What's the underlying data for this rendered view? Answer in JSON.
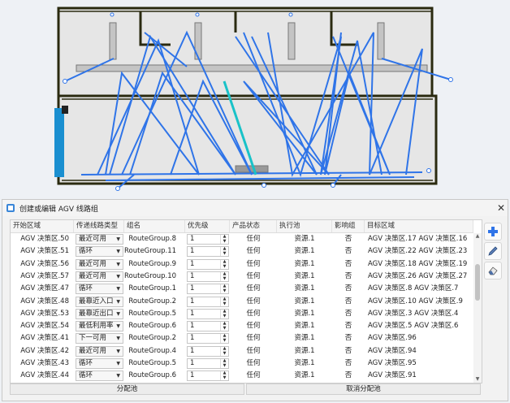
{
  "dialog": {
    "title": "创建或编辑 AGV 线路组",
    "assign_label": "分配池",
    "unassign_label": "取消分配池"
  },
  "columns": [
    "开始区域",
    "传递线路类型",
    "组名",
    "优先级",
    "产品状态",
    "执行池",
    "影响组",
    "目标区域"
  ],
  "rows": [
    {
      "start": "AGV 决策区.50",
      "type": "最近可用",
      "group": "RouteGroup.8",
      "priority": "1",
      "status": "任何",
      "pool": "资源.1",
      "influence": "否",
      "target": "AGV 决策区.17 AGV 决策区.16"
    },
    {
      "start": "AGV 决策区.51",
      "type": "循环",
      "group": "RouteGroup.11",
      "priority": "1",
      "status": "任何",
      "pool": "资源.1",
      "influence": "否",
      "target": "AGV 决策区.22 AGV 决策区.23"
    },
    {
      "start": "AGV 决策区.56",
      "type": "最近可用",
      "group": "RouteGroup.9",
      "priority": "1",
      "status": "任何",
      "pool": "资源.1",
      "influence": "否",
      "target": "AGV 决策区.18 AGV 决策区.19"
    },
    {
      "start": "AGV 决策区.57",
      "type": "最近可用",
      "group": "RouteGroup.10",
      "priority": "1",
      "status": "任何",
      "pool": "资源.1",
      "influence": "否",
      "target": "AGV 决策区.26 AGV 决策区.27"
    },
    {
      "start": "AGV 决策区.47",
      "type": "循环",
      "group": "RouteGroup.1",
      "priority": "1",
      "status": "任何",
      "pool": "资源.1",
      "influence": "否",
      "target": "AGV 决策区.8 AGV 决策区.7"
    },
    {
      "start": "AGV 决策区.48",
      "type": "最靠近入口",
      "group": "RouteGroup.2",
      "priority": "1",
      "status": "任何",
      "pool": "资源.1",
      "influence": "否",
      "target": "AGV 决策区.10 AGV 决策区.9"
    },
    {
      "start": "AGV 决策区.53",
      "type": "最靠近出口",
      "group": "RouteGroup.5",
      "priority": "1",
      "status": "任何",
      "pool": "资源.1",
      "influence": "否",
      "target": "AGV 决策区.3 AGV 决策区.4"
    },
    {
      "start": "AGV 决策区.54",
      "type": "最低利用率",
      "group": "RouteGroup.6",
      "priority": "1",
      "status": "任何",
      "pool": "资源.1",
      "influence": "否",
      "target": "AGV 决策区.5 AGV 决策区.6"
    },
    {
      "start": "AGV 决策区.41",
      "type": "下一可用",
      "group": "RouteGroup.2",
      "priority": "1",
      "status": "任何",
      "pool": "资源.1",
      "influence": "否",
      "target": "AGV 决策区.96"
    },
    {
      "start": "AGV 决策区.42",
      "type": "最近可用",
      "group": "RouteGroup.4",
      "priority": "1",
      "status": "任何",
      "pool": "资源.1",
      "influence": "否",
      "target": "AGV 决策区.94"
    },
    {
      "start": "AGV 决策区.43",
      "type": "循环",
      "group": "RouteGroup.5",
      "priority": "1",
      "status": "任何",
      "pool": "资源.1",
      "influence": "否",
      "target": "AGV 决策区.95"
    },
    {
      "start": "AGV 决策区.44",
      "type": "循环",
      "group": "RouteGroup.6",
      "priority": "1",
      "status": "任何",
      "pool": "资源.1",
      "influence": "否",
      "target": "AGV 决策区.91"
    }
  ],
  "toolbar_icons": [
    "add-icon",
    "edit-icon",
    "eraser-icon"
  ],
  "colors": {
    "route": "#2f74e8",
    "route_highlight": "#19c2c8",
    "wall": "#2a2a10",
    "floor": "#d8d8d8",
    "accent": "#3a86d8"
  }
}
